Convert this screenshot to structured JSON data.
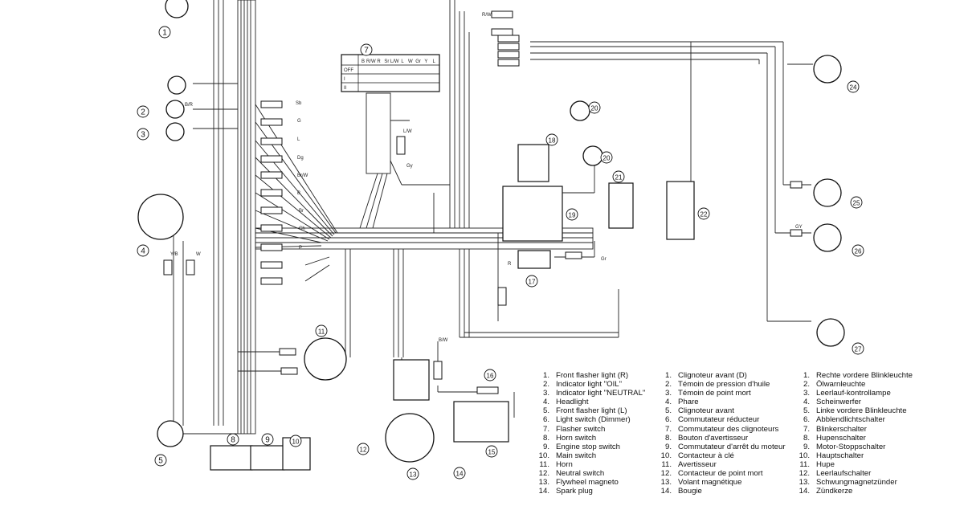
{
  "components": [
    {
      "n": "1"
    },
    {
      "n": "2"
    },
    {
      "n": "3"
    },
    {
      "n": "4"
    },
    {
      "n": "5"
    },
    {
      "n": "7"
    },
    {
      "n": "8"
    },
    {
      "n": "9"
    },
    {
      "n": "10"
    },
    {
      "n": "11"
    },
    {
      "n": "12"
    },
    {
      "n": "13"
    },
    {
      "n": "14"
    },
    {
      "n": "15"
    },
    {
      "n": "16"
    },
    {
      "n": "17"
    },
    {
      "n": "18"
    },
    {
      "n": "19"
    },
    {
      "n": "20"
    },
    {
      "n": "20"
    },
    {
      "n": "21"
    },
    {
      "n": "22"
    },
    {
      "n": "24"
    },
    {
      "n": "25"
    },
    {
      "n": "26"
    },
    {
      "n": "27"
    }
  ],
  "wire_labels": [
    "Sb",
    "G",
    "L",
    "Dg",
    "Br/W",
    "B",
    "Br",
    "Ch",
    "P",
    "B/R",
    "Y/B",
    "W",
    "L/W",
    "Gy",
    "GY",
    "B/W",
    "R",
    "R/W",
    "Gr"
  ],
  "switch_table": {
    "headers": [
      "B",
      "R/W",
      "R",
      "Sr",
      "L/W",
      "L",
      "W",
      "Gr",
      "Y",
      "L"
    ],
    "rows": [
      "OFF",
      "I",
      "II"
    ]
  },
  "legend": {
    "en": [
      {
        "n": "1.",
        "t": "Front flasher light (R)"
      },
      {
        "n": "2.",
        "t": "Indicator light \"OIL\""
      },
      {
        "n": "3.",
        "t": "Indicator light \"NEUTRAL\""
      },
      {
        "n": "4.",
        "t": "Headlight"
      },
      {
        "n": "5.",
        "t": "Front flasher light (L)"
      },
      {
        "n": "6.",
        "t": "Light switch (Dimmer)"
      },
      {
        "n": "7.",
        "t": "Flasher switch"
      },
      {
        "n": "8.",
        "t": "Horn switch"
      },
      {
        "n": "9.",
        "t": "Engine stop switch"
      },
      {
        "n": "10.",
        "t": "Main switch"
      },
      {
        "n": "11.",
        "t": "Horn"
      },
      {
        "n": "12.",
        "t": "Neutral switch"
      },
      {
        "n": "13.",
        "t": "Flywheel magneto"
      },
      {
        "n": "14.",
        "t": "Spark plug"
      }
    ],
    "fr": [
      {
        "n": "1.",
        "t": "Clignoteur avant (D)"
      },
      {
        "n": "2.",
        "t": "Témoin de pression d'huile"
      },
      {
        "n": "3.",
        "t": "Témoin de point mort"
      },
      {
        "n": "4.",
        "t": "Phare"
      },
      {
        "n": "5.",
        "t": "Clignoteur avant"
      },
      {
        "n": "6.",
        "t": "Commutateur réducteur"
      },
      {
        "n": "7.",
        "t": "Commutateur des clignoteurs"
      },
      {
        "n": "8.",
        "t": "Bouton d'avertisseur"
      },
      {
        "n": "9.",
        "t": "Commutateur d'arrêt du moteur"
      },
      {
        "n": "10.",
        "t": "Contacteur à clé"
      },
      {
        "n": "11.",
        "t": "Avertisseur"
      },
      {
        "n": "12.",
        "t": "Contacteur de point mort"
      },
      {
        "n": "13.",
        "t": "Volant magnétique"
      },
      {
        "n": "14.",
        "t": "Bougie"
      }
    ],
    "de": [
      {
        "n": "1.",
        "t": "Rechte vordere Blinkleuchte"
      },
      {
        "n": "2.",
        "t": "Ölwarnleuchte"
      },
      {
        "n": "3.",
        "t": "Leerlauf-kontrollampe"
      },
      {
        "n": "4.",
        "t": "Scheinwerfer"
      },
      {
        "n": "5.",
        "t": "Linke vordere Blinkleuchte"
      },
      {
        "n": "6.",
        "t": "Abblendlichtschalter"
      },
      {
        "n": "7.",
        "t": "Blinkerschalter"
      },
      {
        "n": "8.",
        "t": "Hupenschalter"
      },
      {
        "n": "9.",
        "t": "Motor-Stoppschalter"
      },
      {
        "n": "10.",
        "t": "Hauptschalter"
      },
      {
        "n": "11.",
        "t": "Hupe"
      },
      {
        "n": "12.",
        "t": "Leerlaufschalter"
      },
      {
        "n": "13.",
        "t": "Schwungmagnetzünder"
      },
      {
        "n": "14.",
        "t": "Zündkerze"
      }
    ]
  }
}
